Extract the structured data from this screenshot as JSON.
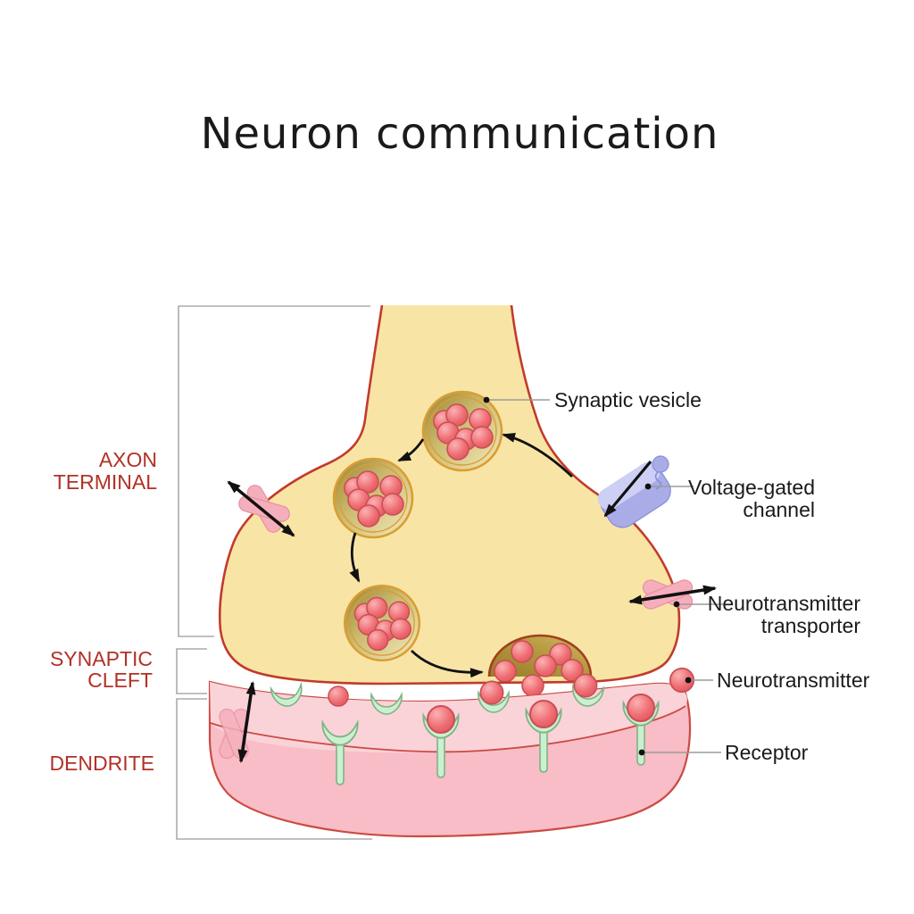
{
  "title": "Neuron communication",
  "region_labels": {
    "axon_terminal": {
      "line1": "AXON",
      "line2": "TERMINAL"
    },
    "synaptic_cleft": {
      "line1": "SYNAPTIC",
      "line2": "CLEFT"
    },
    "dendrite": {
      "line1": "DENDRITE"
    }
  },
  "callouts": {
    "synaptic_vesicle": {
      "label": "Synaptic vesicle"
    },
    "voltage_gated_channel": {
      "line1": "Voltage-gated",
      "line2": "channel"
    },
    "neurotransmitter_transporter": {
      "line1": "Neurotransmitter",
      "line2": "transporter"
    },
    "neurotransmitter": {
      "label": "Neurotransmitter"
    },
    "receptor": {
      "label": "Receptor"
    }
  },
  "colors": {
    "background": "#FFFFFF",
    "axon_fill": "#F8E5A6",
    "membrane_outline": "#C23B2B",
    "vesicle_ring": "#DB9D32",
    "dome_outline": "#A53E1B",
    "neurotransmitter_red": "#EE6B71",
    "neurotransmitter_stroke": "#C94F55",
    "dendrite_top": "#FAD3D9",
    "dendrite_front": "#F8BDC6",
    "dendrite_outline": "#CC4A42",
    "receptor_green": "#CBF0CF",
    "receptor_stroke": "#7FB386",
    "transporter_pink": "#F5AFBC",
    "transporter_stroke": "#E7909F",
    "channel_purple": "#A9ACE6",
    "channel_light": "#CDCFF4",
    "channel_stroke": "#8A8DD8",
    "label_red": "#B23126",
    "text_black": "#1A1A1A",
    "leader_gray": "#9B9B9B",
    "bracket_gray": "#ABABAB",
    "arrow_black": "#111111"
  }
}
